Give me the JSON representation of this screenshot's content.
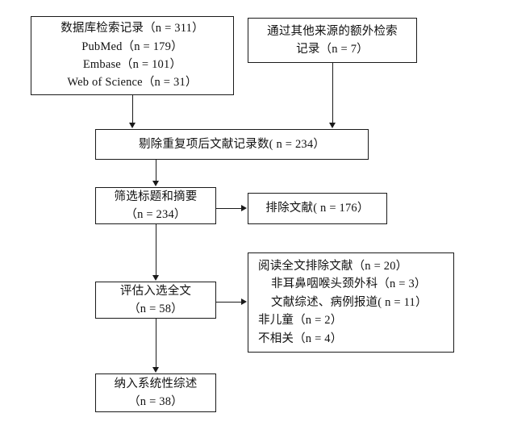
{
  "diagram": {
    "type": "prisma-flow-diagram",
    "language": "zh-CN",
    "line_color": "#1a1a1a",
    "background_color": "#ffffff",
    "boxes": {
      "database_records": {
        "lines": [
          "数据库检索记录（n = 311）",
          "PubMed（n = 179）",
          "Embase（n = 101）",
          "Web of Science（n = 31）"
        ]
      },
      "other_sources": {
        "lines": [
          "通过其他来源的额外检索",
          "记录（n = 7）"
        ]
      },
      "after_duplicates": {
        "lines": [
          "剔除重复项后文献记录数( n = 234）"
        ]
      },
      "screen_title_abstract": {
        "lines": [
          "筛选标题和摘要",
          "（n = 234）"
        ]
      },
      "excluded_records": {
        "lines": [
          "排除文献( n = 176）"
        ]
      },
      "fulltext_assessed": {
        "lines": [
          "评估入选全文",
          "（n = 58）"
        ]
      },
      "fulltext_excluded": {
        "lines": [
          "阅读全文排除文献（n = 20）",
          "非耳鼻咽喉头颈外科（n = 3）",
          "文献综述、病例报道( n = 11）",
          "非儿童（n = 2）",
          "不相关（n = 4）"
        ]
      },
      "included_review": {
        "lines": [
          "纳入系统性综述",
          "（n = 38）"
        ]
      }
    },
    "counts": {
      "database_total": 311,
      "pubmed": 179,
      "embase": 101,
      "web_of_science": 31,
      "other_sources": 7,
      "after_duplicates": 234,
      "screened": 234,
      "excluded_records": 176,
      "fulltext_assessed": 58,
      "fulltext_excluded_total": 20,
      "fulltext_excluded_not_ent": 3,
      "fulltext_excluded_review_case": 11,
      "fulltext_excluded_not_children": 2,
      "fulltext_excluded_irrelevant": 4,
      "included": 38
    }
  }
}
